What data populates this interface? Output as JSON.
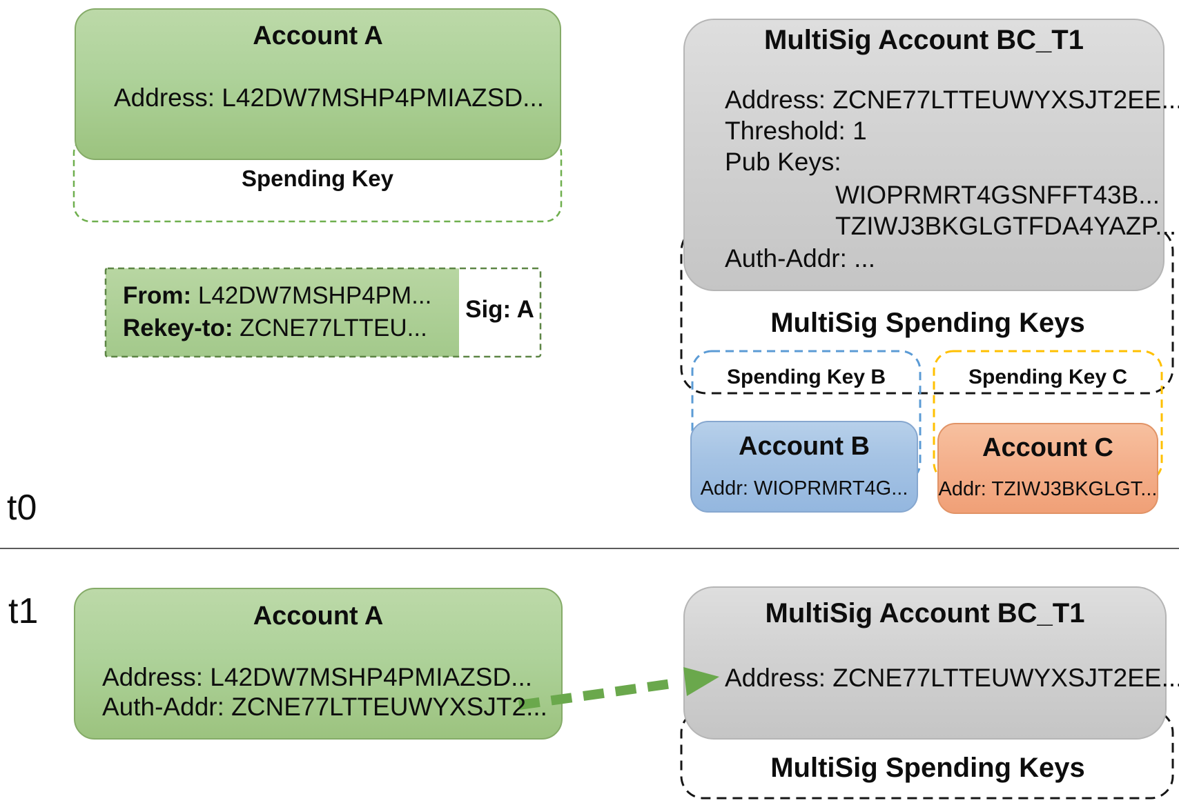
{
  "colors": {
    "account_green": "#a9cd94",
    "green_border": "#85ab68",
    "multisig_gray": "#d0d0d0",
    "account_blue": "#9dc3e6",
    "blue_dash": "#5b9bd5",
    "account_orange": "#f4b183",
    "yellow_dash": "#ffc000",
    "black_dash": "#151515",
    "arrow_green": "#6aa84c"
  },
  "t0": {
    "label": "t0",
    "account_a": {
      "title": "Account A",
      "address": "Address: L42DW7MSHP4PMIAZSD..."
    },
    "spending_key_label": "Spending Key",
    "transaction": {
      "from_label": "From:",
      "from_value": " L42DW7MSHP4PM...",
      "rekey_label": "Rekey-to:",
      "rekey_value": "  ZCNE77LTTEU...",
      "sig": "Sig: A"
    },
    "multisig": {
      "title": "MultiSig Account BC_T1",
      "address": "Address: ZCNE77LTTEUWYXSJT2EE...",
      "threshold": "Threshold: 1",
      "pubkeys_label": "Pub Keys:",
      "pubkey_1": "WIOPRMRT4GSNFFT43B...",
      "pubkey_2": "TZIWJ3BKGLGTFDA4YAZP...",
      "auth_addr": "Auth-Addr: ..."
    },
    "multisig_spending_keys_label": "MultiSig Spending Keys",
    "spending_key_b_label": "Spending Key B",
    "spending_key_c_label": "Spending Key C",
    "account_b": {
      "title": "Account B",
      "addr": "Addr: WIOPRMRT4G..."
    },
    "account_c": {
      "title": "Account C",
      "addr": "Addr: TZIWJ3BKGLGT..."
    }
  },
  "t1": {
    "label": "t1",
    "account_a": {
      "title": "Account A",
      "address": "Address: L42DW7MSHP4PMIAZSD...",
      "auth_addr": "Auth-Addr: ZCNE77LTTEUWYXSJT2..."
    },
    "multisig": {
      "title": "MultiSig Account BC_T1",
      "address": "Address: ZCNE77LTTEUWYXSJT2EE..."
    },
    "multisig_spending_keys_label": "MultiSig Spending Keys"
  }
}
